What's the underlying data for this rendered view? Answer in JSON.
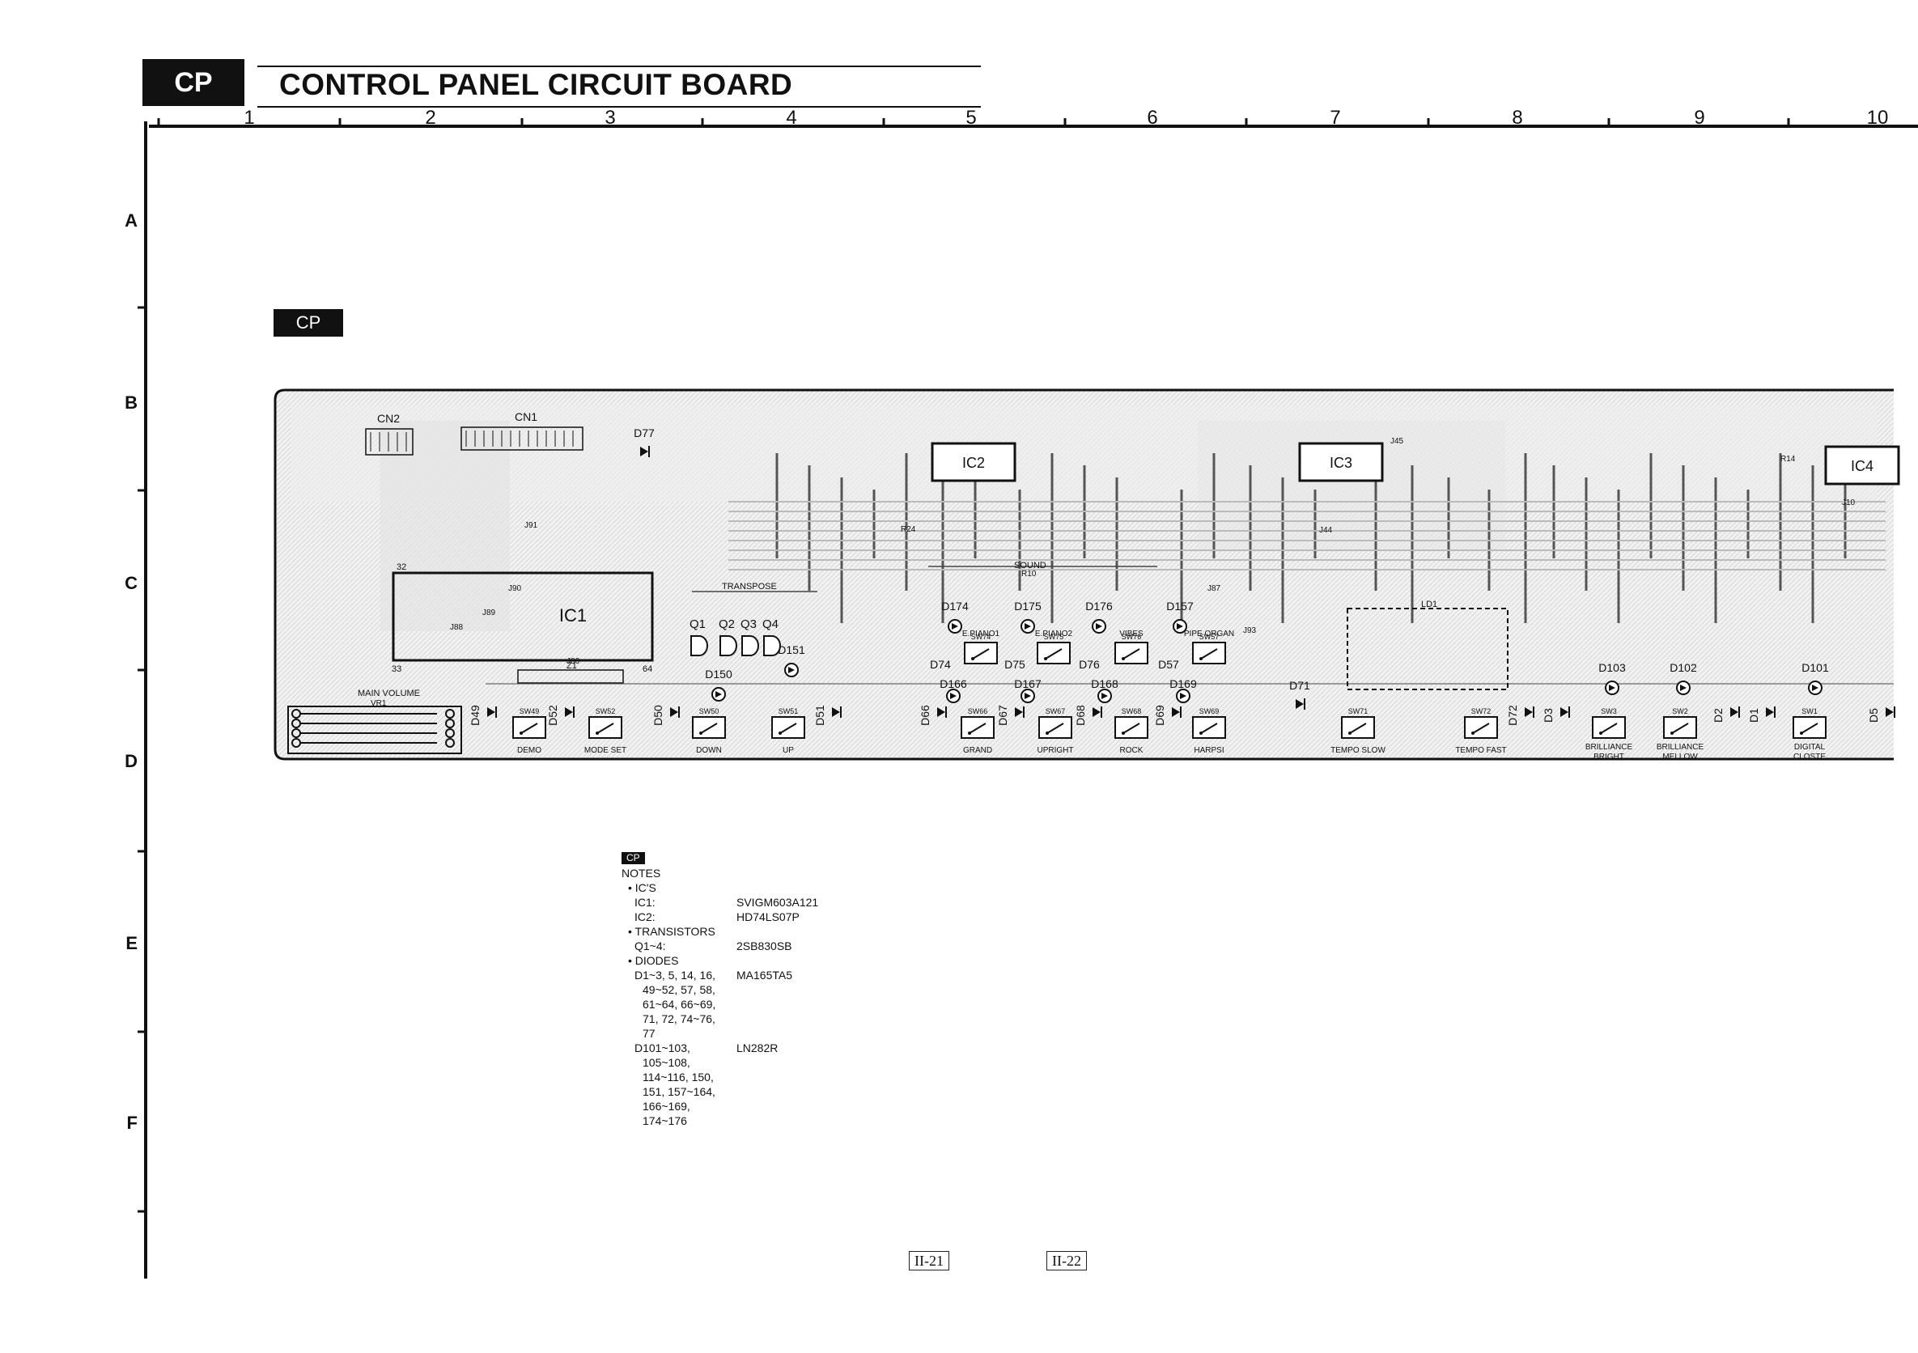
{
  "header": {
    "tag": "CP",
    "title": "CONTROL PANEL CIRCUIT BOARD"
  },
  "board_tag": "CP",
  "grid": {
    "columns": [
      "1",
      "2",
      "3",
      "4",
      "5",
      "6",
      "7",
      "8",
      "9",
      "10"
    ],
    "rows": [
      "A",
      "B",
      "C",
      "D",
      "E",
      "F"
    ]
  },
  "board": {
    "ics": [
      "IC2",
      "IC3",
      "IC4"
    ],
    "ic_main": "IC1",
    "connectors": [
      "CN2",
      "CN1"
    ],
    "section_labels": [
      "TRANSPOSE",
      "SOUND",
      "MAIN VOLUME",
      "VR1",
      "LD1",
      "Z1"
    ],
    "transistors": [
      "Q1",
      "Q2",
      "Q3",
      "Q4"
    ],
    "top_diodes": [
      "D174",
      "D175",
      "D176",
      "D157",
      "D103",
      "D102",
      "D101",
      "D150",
      "D151",
      "D71",
      "D77"
    ],
    "mid_diodes": [
      "D74",
      "D166",
      "D75",
      "D167",
      "D76",
      "D168",
      "D57",
      "D169"
    ],
    "upper_switches": [
      {
        "id": "SW74",
        "label": "E.PIANO1"
      },
      {
        "id": "SW75",
        "label": "E.PIANO2"
      },
      {
        "id": "SW76",
        "label": "VIBES"
      },
      {
        "id": "SW57",
        "label": "PIPE ORGAN"
      }
    ],
    "lower_switches": [
      {
        "id": "SW49",
        "label": "DEMO"
      },
      {
        "id": "SW52",
        "label": "MODE SET"
      },
      {
        "id": "SW50",
        "label": "DOWN"
      },
      {
        "id": "SW51",
        "label": "UP"
      },
      {
        "id": "SW66",
        "label": "GRAND"
      },
      {
        "id": "SW67",
        "label": "UPRIGHT"
      },
      {
        "id": "SW68",
        "label": "ROCK"
      },
      {
        "id": "SW69",
        "label": "HARPSI"
      },
      {
        "id": "SW71",
        "label": "TEMPO SLOW"
      },
      {
        "id": "SW72",
        "label": "TEMPO FAST"
      },
      {
        "id": "SW3",
        "label": "BRILLIANCE BRIGHT"
      },
      {
        "id": "SW2",
        "label": "BRILLIANCE MELLOW"
      },
      {
        "id": "SW1",
        "label": "DIGITAL CLOSTE"
      }
    ],
    "lower_diodes": [
      "D49",
      "D52",
      "D50",
      "D51",
      "D66",
      "D67",
      "D68",
      "D69",
      "D72",
      "D3",
      "D2",
      "D1",
      "D5"
    ],
    "resistor_labels": [
      "R10",
      "R24",
      "R14",
      "J91",
      "J90",
      "J89",
      "J88",
      "J87",
      "J93",
      "J44",
      "J45",
      "J10",
      "J86"
    ]
  },
  "notes": {
    "tag": "CP",
    "heading": "NOTES",
    "sections": [
      {
        "title": "• IC'S",
        "items": [
          {
            "key": "IC1:",
            "value": "SVIGM603A121"
          },
          {
            "key": "IC2:",
            "value": "HD74LS07P"
          }
        ]
      },
      {
        "title": "• TRANSISTORS",
        "items": [
          {
            "key": "Q1~4:",
            "value": "2SB830SB"
          }
        ]
      },
      {
        "title": "• DIODES",
        "items": [
          {
            "key": "D1~3, 5, 14, 16,",
            "value": "MA165TA5",
            "cont": [
              "49~52, 57, 58,",
              "61~64, 66~69,",
              "71, 72, 74~76,",
              "77"
            ]
          },
          {
            "key": "D101~103,",
            "value": "LN282R",
            "cont": [
              "105~108,",
              "114~116, 150,",
              "151, 157~164,",
              "166~169,",
              "174~176"
            ]
          }
        ]
      }
    ]
  },
  "pages": [
    "II-21",
    "II-22"
  ]
}
